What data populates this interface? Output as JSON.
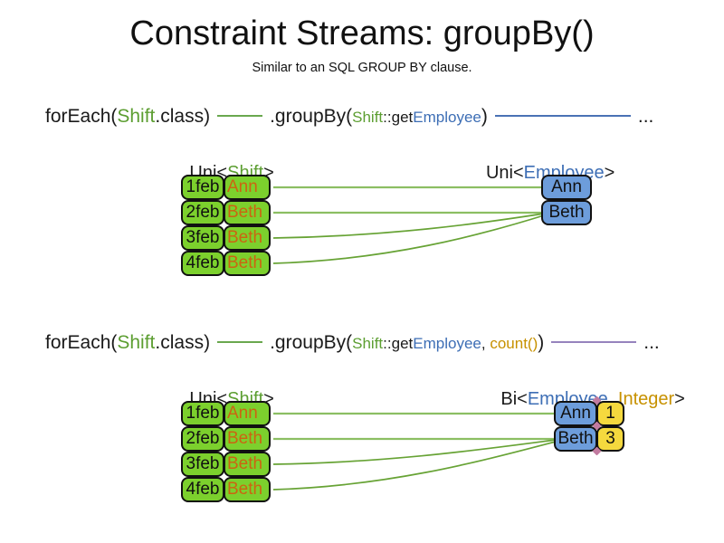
{
  "title": "Constraint Streams: groupBy()",
  "subtitle": "Similar to an SQL GROUP BY clause.",
  "colors": {
    "shift_green_text": "#5c9e31",
    "employee_blue_text": "#3d6eb5",
    "integer_gold_text": "#c79100",
    "employee_name_orange": "#cc6411",
    "shift_box_green": "#7cd02d",
    "employee_box_blue": "#6d9ddb",
    "count_box_yellow": "#f5d93e",
    "stream_line_green": "#6aa84f",
    "stream_line_blue": "#4a72b5",
    "stream_line_purple": "#9683bd",
    "tuple_join_pink": "#c27ba0"
  },
  "code_line_1": {
    "foreach": "forEach(",
    "shift": "Shift",
    "class_suffix": ".class)",
    "groupby": ".groupBy(",
    "arg_shift": "Shift",
    "arg_get": "::get",
    "arg_employee": "Employee",
    "close_paren": ")",
    "ellipsis": "..."
  },
  "code_line_2": {
    "foreach": "forEach(",
    "shift": "Shift",
    "class_suffix": ".class)",
    "groupby": ".groupBy(",
    "arg_shift": "Shift",
    "arg_get": "::get",
    "arg_employee": "Employee",
    "comma": ", ",
    "count_call": "count()",
    "close_paren": ")",
    "ellipsis": "..."
  },
  "section1": {
    "source_type_label": {
      "pre": "Uni<",
      "type": "Shift",
      "post": ">"
    },
    "target_type_label": {
      "pre": "Uni<",
      "type": "Employee",
      "post": ">"
    },
    "shift_rows": [
      {
        "date": "1feb",
        "employee": "Ann"
      },
      {
        "date": "2feb",
        "employee": "Beth"
      },
      {
        "date": "3feb",
        "employee": "Beth"
      },
      {
        "date": "4feb",
        "employee": "Beth"
      }
    ],
    "group_boxes": [
      {
        "employee": "Ann"
      },
      {
        "employee": "Beth"
      }
    ]
  },
  "section2": {
    "source_type_label": {
      "pre": "Uni<",
      "type": "Shift",
      "post": ">"
    },
    "target_type_label": {
      "pre": "Bi<",
      "type1": "Employee",
      "comma": ", ",
      "type2": "Integer",
      "post": ">"
    },
    "shift_rows": [
      {
        "date": "1feb",
        "employee": "Ann"
      },
      {
        "date": "2feb",
        "employee": "Beth"
      },
      {
        "date": "3feb",
        "employee": "Beth"
      },
      {
        "date": "4feb",
        "employee": "Beth"
      }
    ],
    "group_boxes": [
      {
        "employee": "Ann",
        "count": "1"
      },
      {
        "employee": "Beth",
        "count": "3"
      }
    ]
  }
}
